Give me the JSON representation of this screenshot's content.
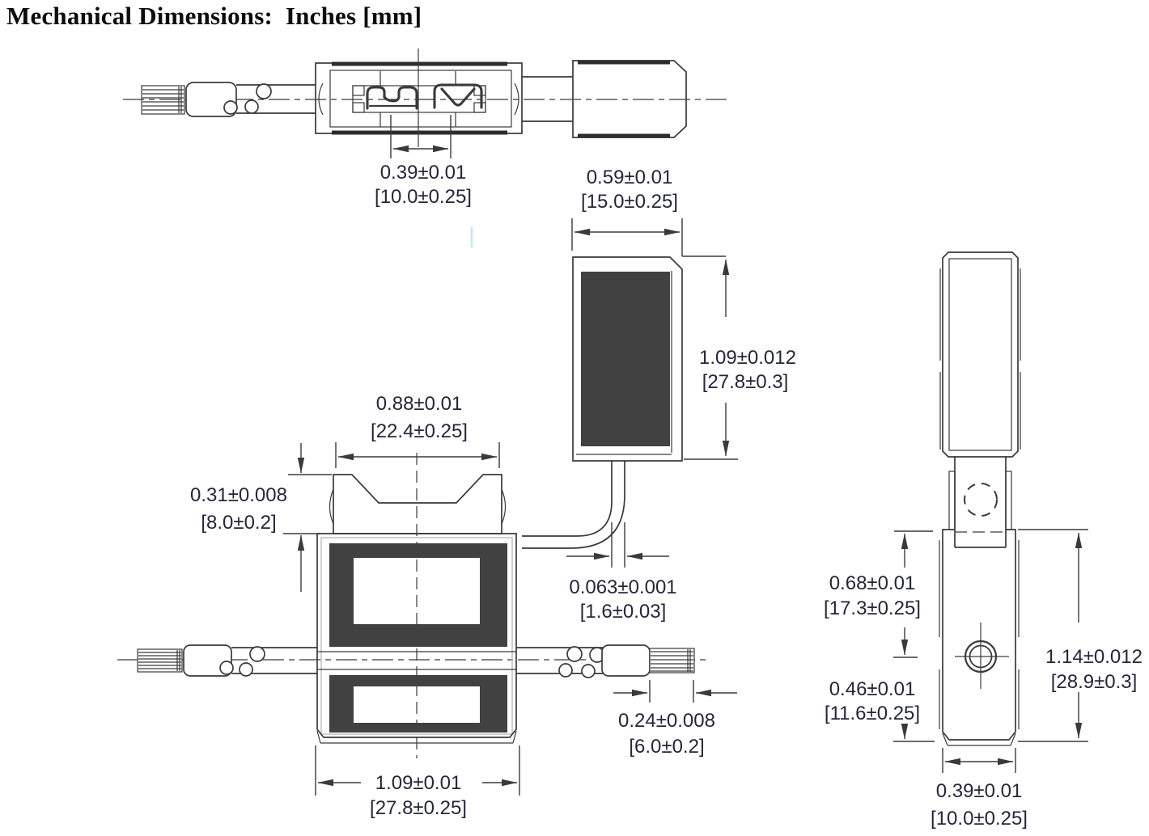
{
  "title": "Mechanical Dimensions:  Inches [mm]",
  "dims": {
    "terminal_pitch": {
      "in": "0.39±0.01",
      "mm": "[10.0±0.25]"
    },
    "cap_width": {
      "in": "0.59±0.01",
      "mm": "[15.0±0.25]"
    },
    "cover_height": {
      "in": "1.09±0.012",
      "mm": "[27.8±0.3]"
    },
    "cap_top_width": {
      "in": "0.88±0.01",
      "mm": "[22.4±0.25]"
    },
    "cap_depth": {
      "in": "0.31±0.008",
      "mm": "[8.0±0.2]"
    },
    "wire_diameter": {
      "in": "0.063±0.001",
      "mm": "[1.6±0.03]"
    },
    "body_width": {
      "in": "1.09±0.01",
      "mm": "[27.8±0.25]"
    },
    "strip_length": {
      "in": "0.24±0.008",
      "mm": "[6.0±0.2]"
    },
    "hole_to_top": {
      "in": "0.68±0.01",
      "mm": "[17.3±0.25]"
    },
    "hole_to_bottom": {
      "in": "0.46±0.01",
      "mm": "[11.6±0.25]"
    },
    "side_height": {
      "in": "1.14±0.012",
      "mm": "[28.9±0.3]"
    },
    "body_depth": {
      "in": "0.39±0.01",
      "mm": "[10.0±0.25]"
    }
  },
  "colors": {
    "line": "#3a3a3a",
    "dark": "#414141",
    "dimtext": "#26263a",
    "title": "#0d0d0d",
    "blue": "#b9e1f2"
  }
}
